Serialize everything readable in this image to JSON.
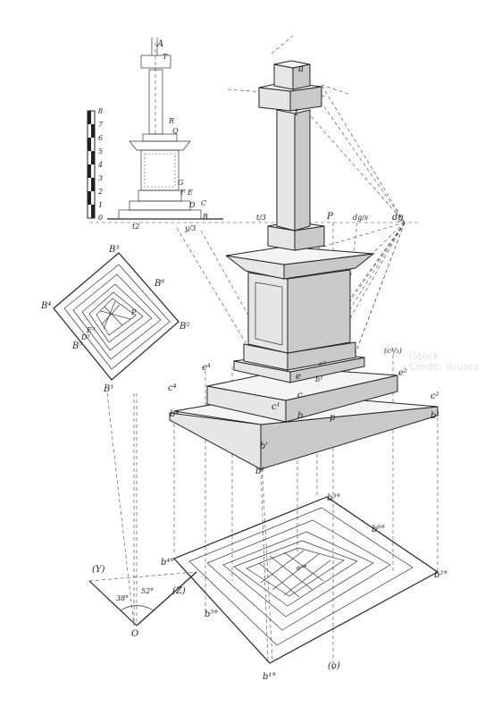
{
  "figure": {
    "elevation": {
      "top_label": "A",
      "top_sub": "T",
      "R": "R",
      "Q": "Q",
      "G": "G",
      "F": "F",
      "E": "E",
      "D": "D",
      "C": "C",
      "B": "B",
      "t2": "t2",
      "y3": "y/3"
    },
    "scale": {
      "ticks": [
        "8",
        "7",
        "6",
        "5",
        "4",
        "3",
        "2",
        "1",
        "0"
      ]
    },
    "plan_small": {
      "B3": "B³",
      "B6": "B⁶",
      "B4": "B⁴",
      "B2": "B²",
      "B5": "B⁵",
      "B1": "B¹",
      "D5": "D⁵",
      "E5": "E⁵",
      "P": "P"
    },
    "perspective": {
      "a": "a",
      "t": "t",
      "t3": "t/3",
      "P": "P",
      "dg2": "dg/s",
      "dg": "dg",
      "e4": "e⁴",
      "e3": "e³",
      "e": "e",
      "e2": "e²",
      "d23": "(c²/₃)",
      "b3": "b³",
      "c4": "c⁴",
      "c2": "c²",
      "c1": "c¹",
      "c": "c",
      "b4": "b⁴",
      "b": "b",
      "bp": "b'",
      "b1": "b¹",
      "b_prime": "b'",
      "p": "p",
      "b1_low": "b¹"
    },
    "ground_plan": {
      "b3o": "b³°",
      "b6o": "b⁶°",
      "b4o": "b⁴°",
      "b2o": "b²°",
      "b5o": "b⁵°",
      "b1o": "b¹°",
      "eo": "e³°",
      "o_label": "(o)"
    },
    "angle_diagram": {
      "Y": "(Y)",
      "Z": "(Z)",
      "a38": "38°",
      "a52": "52°",
      "O": "O"
    },
    "watermark": "iStock",
    "credit": "Credit: ilbusca"
  }
}
